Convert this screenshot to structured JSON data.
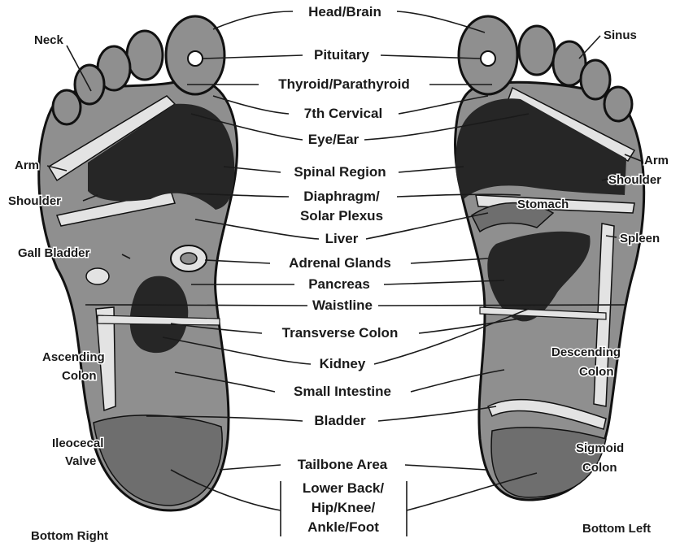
{
  "center_labels": [
    {
      "id": "head-brain",
      "text": "Head/Brain"
    },
    {
      "id": "pituitary",
      "text": "Pituitary"
    },
    {
      "id": "thyroid",
      "text": "Thyroid/Parathyroid"
    },
    {
      "id": "cervical",
      "text": "7th Cervical"
    },
    {
      "id": "eye-ear",
      "text": "Eye/Ear"
    },
    {
      "id": "spinal",
      "text": "Spinal Region"
    },
    {
      "id": "diaphragm1",
      "text": "Diaphragm/"
    },
    {
      "id": "diaphragm2",
      "text": "Solar Plexus"
    },
    {
      "id": "liver",
      "text": "Liver"
    },
    {
      "id": "adrenal",
      "text": "Adrenal Glands"
    },
    {
      "id": "pancreas",
      "text": "Pancreas"
    },
    {
      "id": "waistline",
      "text": "Waistline"
    },
    {
      "id": "transverse",
      "text": "Transverse Colon"
    },
    {
      "id": "kidney",
      "text": "Kidney"
    },
    {
      "id": "small-intestine",
      "text": "Small Intestine"
    },
    {
      "id": "bladder",
      "text": "Bladder"
    },
    {
      "id": "tailbone",
      "text": "Tailbone Area"
    },
    {
      "id": "lowerback1",
      "text": "Lower Back/"
    },
    {
      "id": "lowerback2",
      "text": "Hip/Knee/"
    },
    {
      "id": "lowerback3",
      "text": "Ankle/Foot"
    }
  ],
  "right_foot_labels": [
    {
      "id": "neck",
      "text": "Neck"
    },
    {
      "id": "arm-r",
      "text": "Arm"
    },
    {
      "id": "shoulder-r",
      "text": "Shoulder"
    },
    {
      "id": "gall-bladder",
      "text": "Gall Bladder"
    },
    {
      "id": "ascending1",
      "text": "Ascending"
    },
    {
      "id": "ascending2",
      "text": "Colon"
    },
    {
      "id": "ileocecal1",
      "text": "Ileocecal"
    },
    {
      "id": "ileocecal2",
      "text": "Valve"
    }
  ],
  "left_foot_labels": [
    {
      "id": "sinus",
      "text": "Sinus"
    },
    {
      "id": "arm-l",
      "text": "Arm"
    },
    {
      "id": "shoulder-l",
      "text": "Shoulder"
    },
    {
      "id": "stomach",
      "text": "Stomach"
    },
    {
      "id": "spleen",
      "text": "Spleen"
    },
    {
      "id": "descending1",
      "text": "Descending"
    },
    {
      "id": "descending2",
      "text": "Colon"
    },
    {
      "id": "sigmoid1",
      "text": "Sigmoid"
    },
    {
      "id": "sigmoid2",
      "text": "Colon"
    }
  ],
  "captions": {
    "right": "Bottom Right",
    "left": "Bottom Left"
  },
  "colors": {
    "foot_fill": "#8f8f8f",
    "dark_region": "#262626",
    "mid_region": "#6e6e6e",
    "light_band": "#e3e3e3",
    "outline": "#111111"
  }
}
